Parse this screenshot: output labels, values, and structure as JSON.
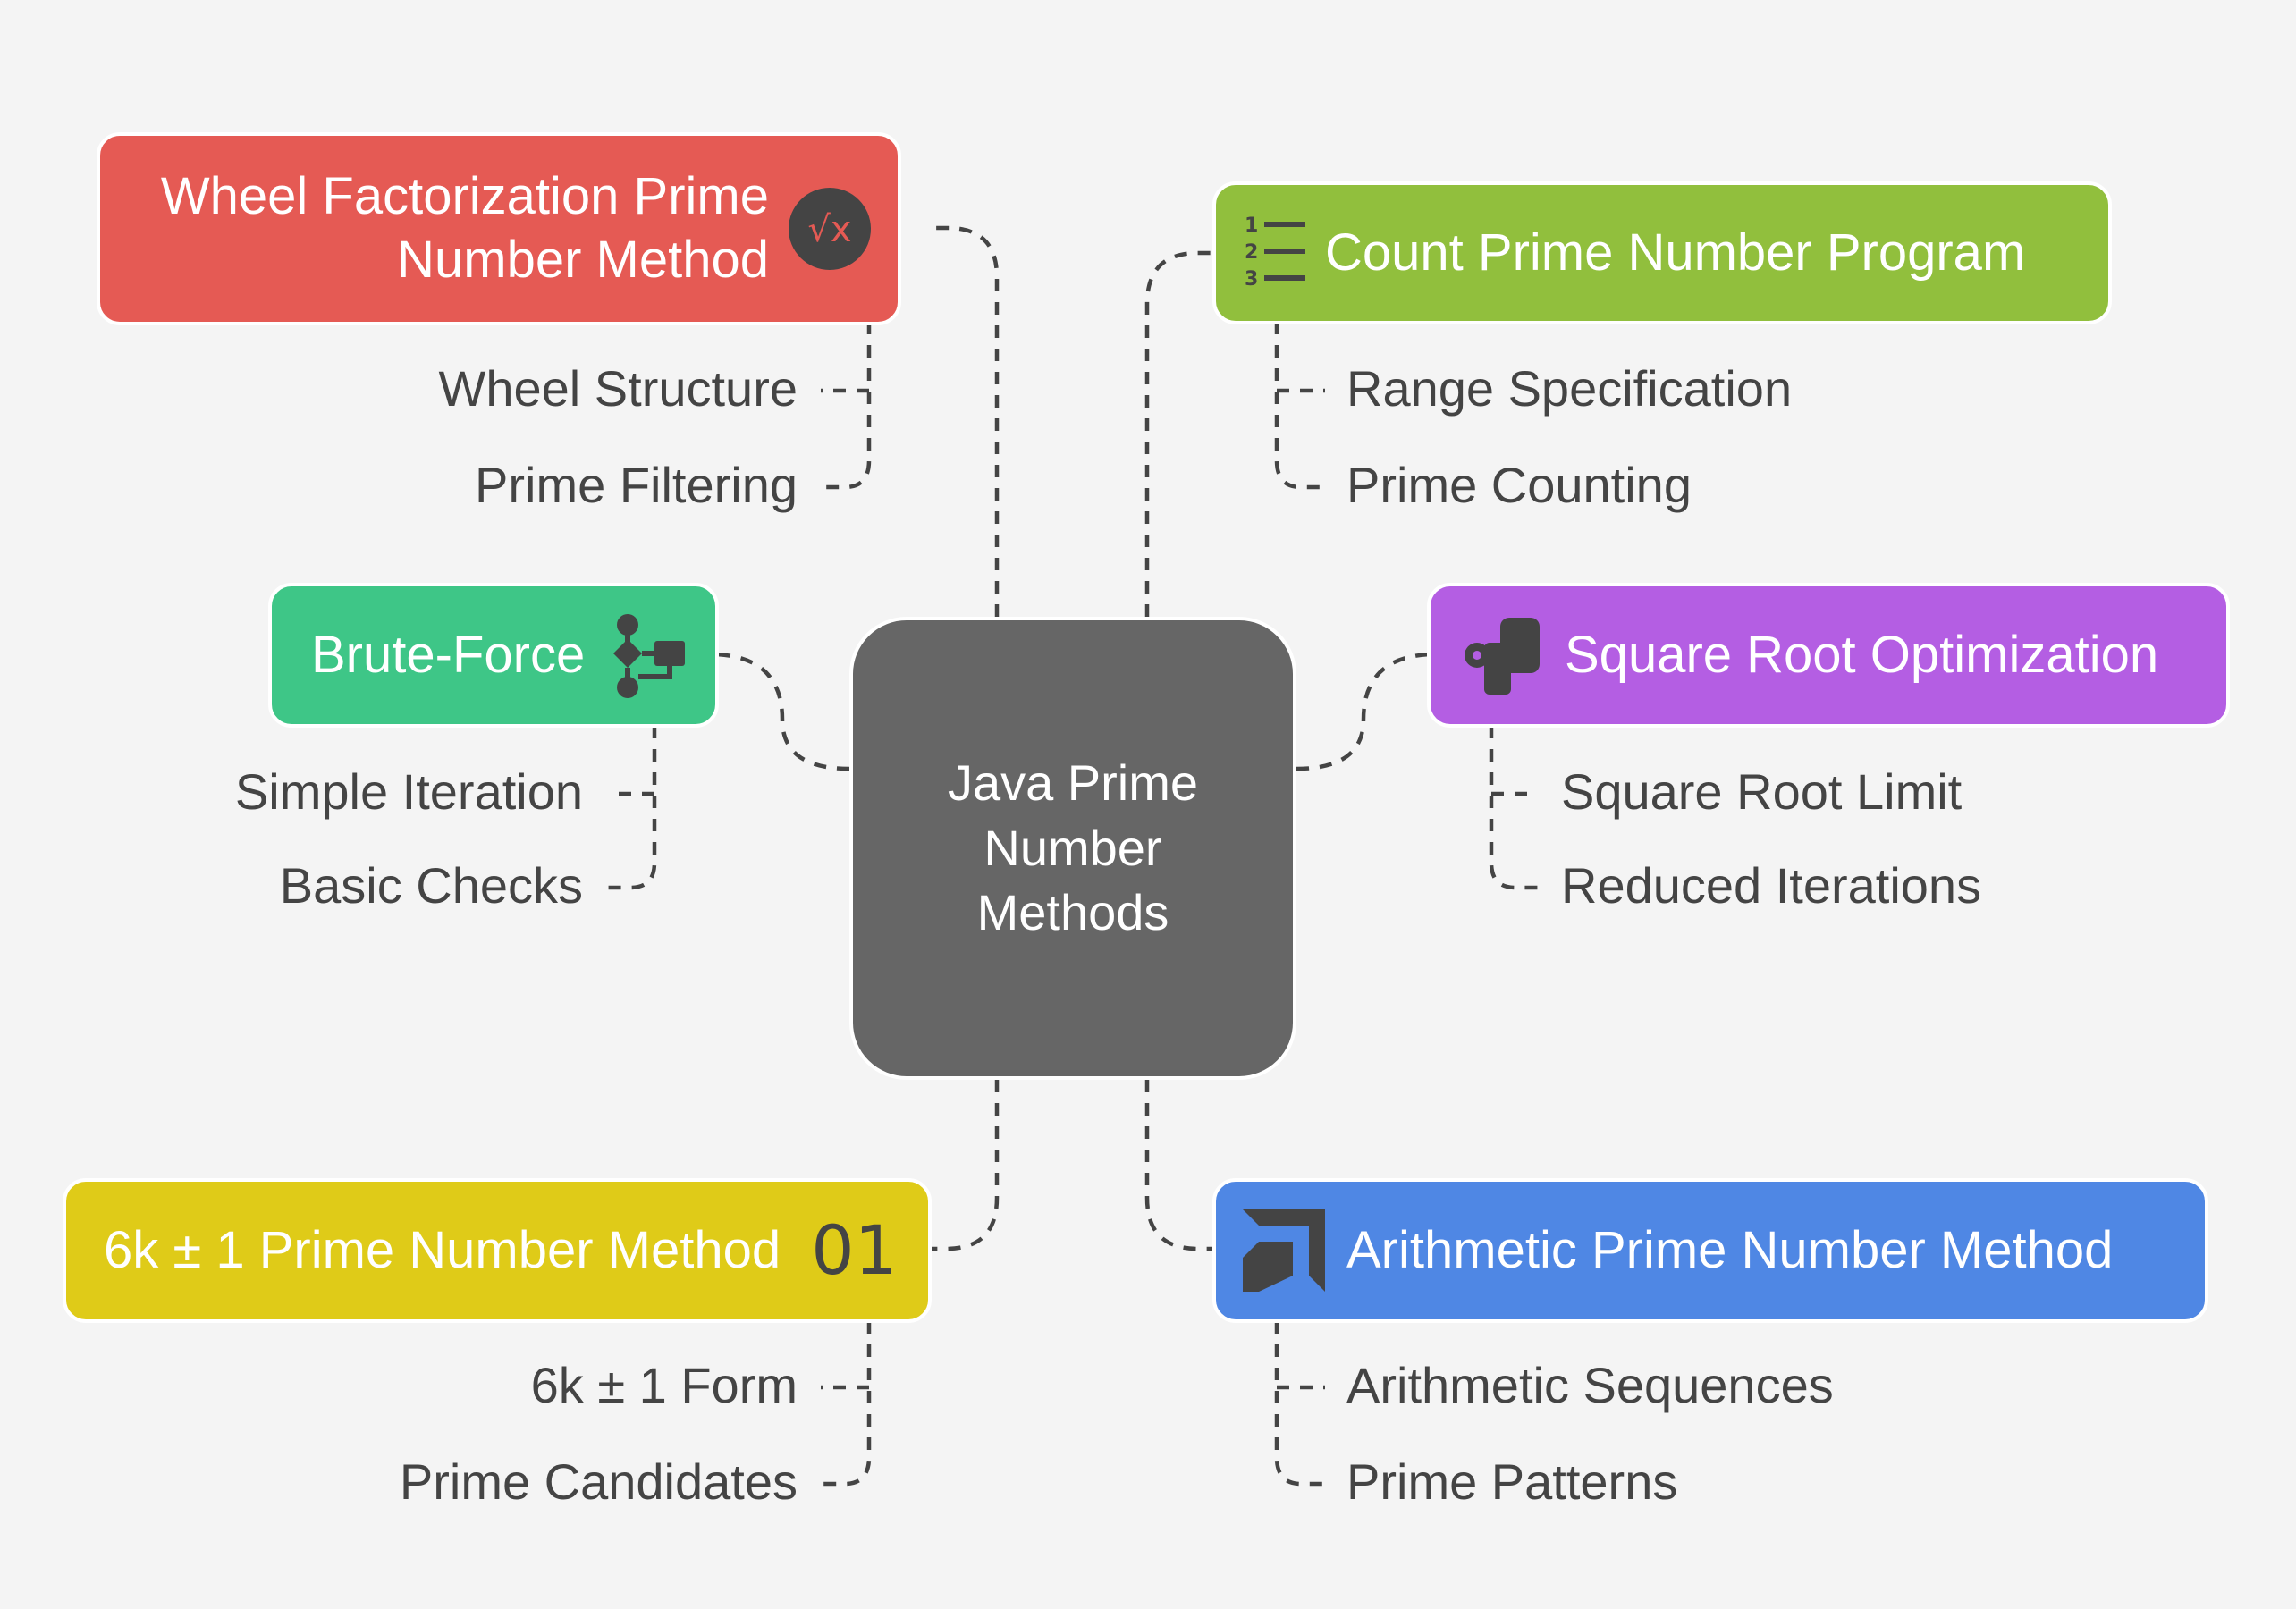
{
  "center": {
    "label": "Java Prime Number Methods"
  },
  "branches": {
    "wheel": {
      "title": "Wheel Factorization Prime Number Method",
      "color": "#e55a54",
      "icon": "square-root-x-icon",
      "icon_text": "√x",
      "subs": [
        "Wheel Structure",
        "Prime Filtering"
      ]
    },
    "brute": {
      "title": "Brute-Force",
      "color": "#3ec687",
      "icon": "flowchart-icon",
      "subs": [
        "Simple Iteration",
        "Basic Checks"
      ]
    },
    "sixk": {
      "title": "6k ± 1 Prime Number Method",
      "color": "#dfcb18",
      "icon": "number-01-icon",
      "icon_text": "01",
      "subs": [
        "6k ± 1 Form",
        "Prime Candidates"
      ]
    },
    "count": {
      "title": "Count Prime Number Program",
      "color": "#91bf3d",
      "icon": "numbered-list-icon",
      "subs": [
        "Range Specification",
        "Prime Counting"
      ]
    },
    "sqrt": {
      "title": "Square Root Optimization",
      "color": "#b45ee3",
      "icon": "square-root-optimization-icon",
      "subs": [
        "Square Root Limit",
        "Reduced Iterations"
      ]
    },
    "arith": {
      "title": "Arithmetic Prime Number Method",
      "color": "#4f87e4",
      "icon": "arithmetic-logo-icon",
      "subs": [
        "Arithmetic Sequences",
        "Prime Patterns"
      ]
    }
  }
}
